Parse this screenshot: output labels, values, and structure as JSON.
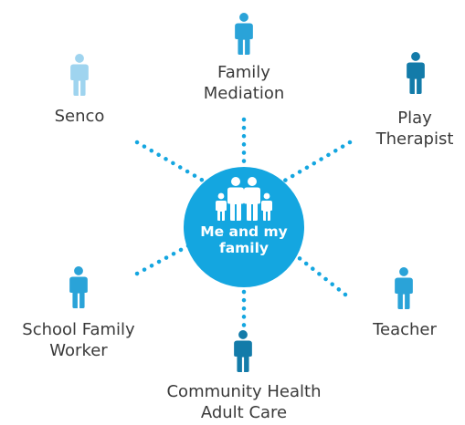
{
  "center": {
    "label_lines": [
      "Me and my",
      "family"
    ],
    "icon": "family-group-icon"
  },
  "nodes": [
    {
      "id": "family-mediation",
      "label_lines": [
        "Family",
        "Mediation"
      ],
      "icon": "person-icon"
    },
    {
      "id": "senco",
      "label_lines": [
        "Senco"
      ],
      "icon": "person-icon"
    },
    {
      "id": "play-therapist",
      "label_lines": [
        "Play",
        "Therapist"
      ],
      "icon": "person-icon"
    },
    {
      "id": "school-family-worker",
      "label_lines": [
        "School Family",
        "Worker"
      ],
      "icon": "person-icon"
    },
    {
      "id": "teacher",
      "label_lines": [
        "Teacher"
      ],
      "icon": "person-icon"
    },
    {
      "id": "community-health",
      "label_lines": [
        "Community Health",
        "Adult Care"
      ],
      "icon": "person-icon"
    }
  ],
  "colors": {
    "hub": "#14a6e0",
    "connector": "#14a6e0",
    "text": "#3a3a3a",
    "hub_text": "#ffffff",
    "person_light": "#9fd4ef",
    "person_medium": "#2aa3d8",
    "person_dark": "#137ba9"
  }
}
